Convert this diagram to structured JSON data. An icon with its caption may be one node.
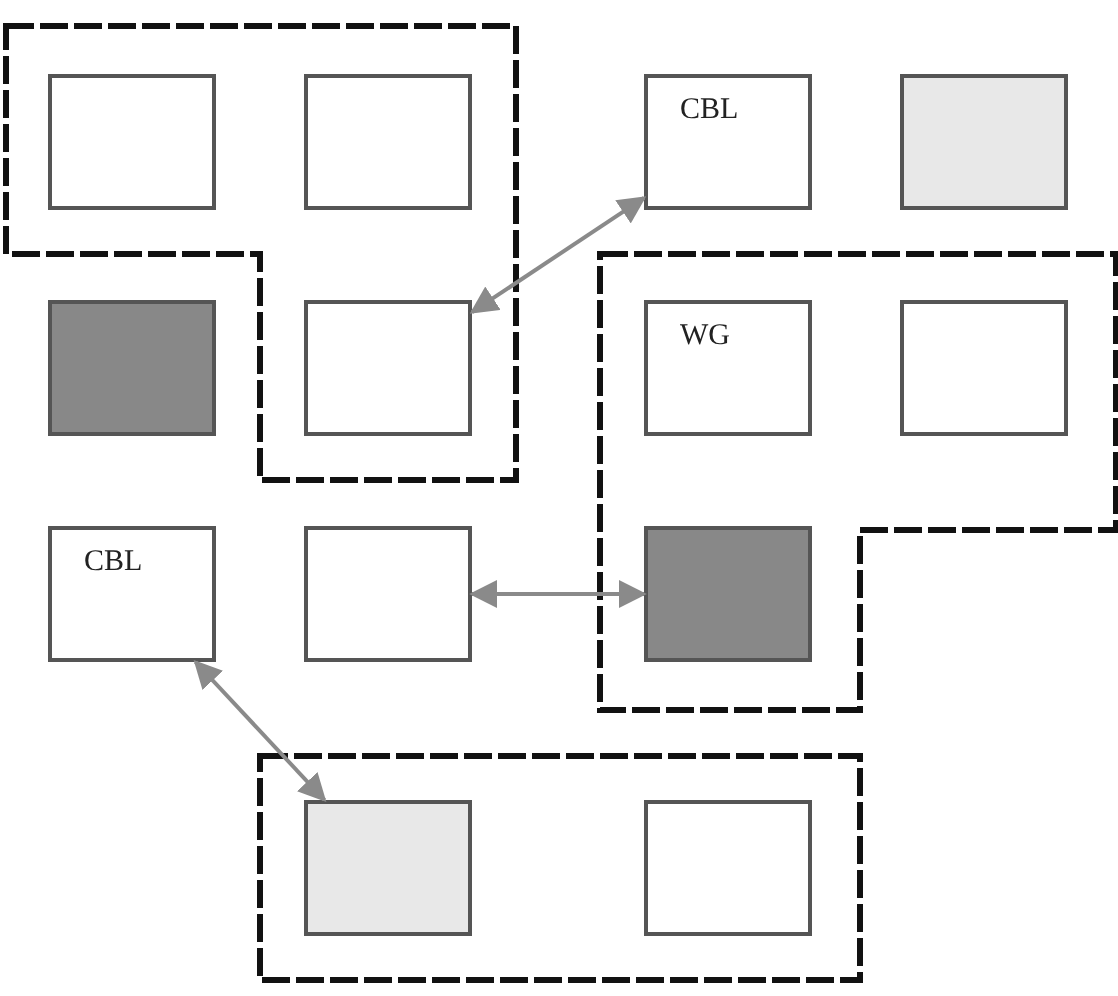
{
  "diagram": {
    "nodes": [
      {
        "text": [],
        "shape": "outline"
      },
      {
        "text": [],
        "shape": "box",
        "in": 0
      },
      {
        "text": [],
        "shape": "box",
        "in": 0
      },
      {
        "text": [
          "CBL"
        ]
      },
      {
        "text": [],
        "shape": "box"
      },
      {
        "text": [],
        "shape": "box"
      },
      {
        "text": [],
        "shape": "box",
        "in": 0
      },
      {
        "text": [],
        "shape": "outline"
      },
      {
        "text": [
          "WG"
        ],
        "in": 7
      },
      {
        "text": [],
        "shape": "box",
        "in": 7
      },
      {
        "text": [
          "CBL"
        ]
      },
      {
        "text": [],
        "shape": "box"
      },
      {
        "text": [],
        "shape": "box",
        "in": 7
      },
      {
        "text": [],
        "shape": "box"
      },
      {
        "text": [],
        "shape": "box",
        "in": 13
      },
      {
        "text": [],
        "shape": "box",
        "in": 13
      }
    ],
    "edges": [
      {
        "from": 3,
        "to": 6,
        "arrow": "both"
      },
      {
        "from": 11,
        "to": 12,
        "arrow": "both"
      },
      {
        "from": 10,
        "to": 14,
        "arrow": "both"
      }
    ]
  }
}
